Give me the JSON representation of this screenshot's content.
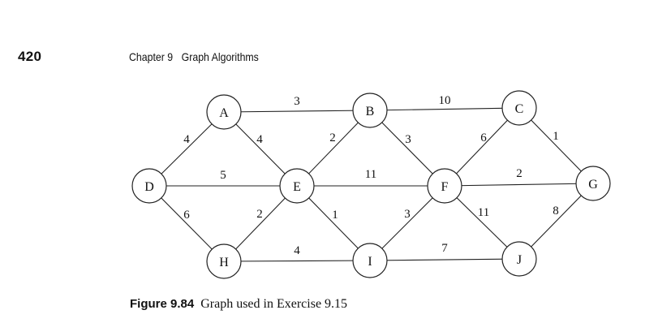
{
  "header": {
    "page_number": "420",
    "chapter": "Chapter 9",
    "chapter_title": "Graph Algorithms"
  },
  "figure": {
    "label": "Figure 9.84",
    "caption": "Graph used in Exercise 9.15"
  },
  "graph": {
    "nodes": [
      "A",
      "B",
      "C",
      "D",
      "E",
      "F",
      "G",
      "H",
      "I",
      "J"
    ],
    "edges": [
      {
        "from": "A",
        "to": "B",
        "weight": "3"
      },
      {
        "from": "B",
        "to": "C",
        "weight": "10"
      },
      {
        "from": "A",
        "to": "D",
        "weight": "4"
      },
      {
        "from": "A",
        "to": "E",
        "weight": "4"
      },
      {
        "from": "B",
        "to": "E",
        "weight": "2"
      },
      {
        "from": "B",
        "to": "F",
        "weight": "3"
      },
      {
        "from": "C",
        "to": "F",
        "weight": "6"
      },
      {
        "from": "C",
        "to": "G",
        "weight": "1"
      },
      {
        "from": "D",
        "to": "E",
        "weight": "5"
      },
      {
        "from": "E",
        "to": "F",
        "weight": "11"
      },
      {
        "from": "F",
        "to": "G",
        "weight": "2"
      },
      {
        "from": "D",
        "to": "H",
        "weight": "6"
      },
      {
        "from": "E",
        "to": "H",
        "weight": "2"
      },
      {
        "from": "E",
        "to": "I",
        "weight": "1"
      },
      {
        "from": "F",
        "to": "I",
        "weight": "3"
      },
      {
        "from": "F",
        "to": "J",
        "weight": "11"
      },
      {
        "from": "G",
        "to": "J",
        "weight": "8"
      },
      {
        "from": "H",
        "to": "I",
        "weight": "4"
      },
      {
        "from": "I",
        "to": "J",
        "weight": "7"
      }
    ]
  }
}
